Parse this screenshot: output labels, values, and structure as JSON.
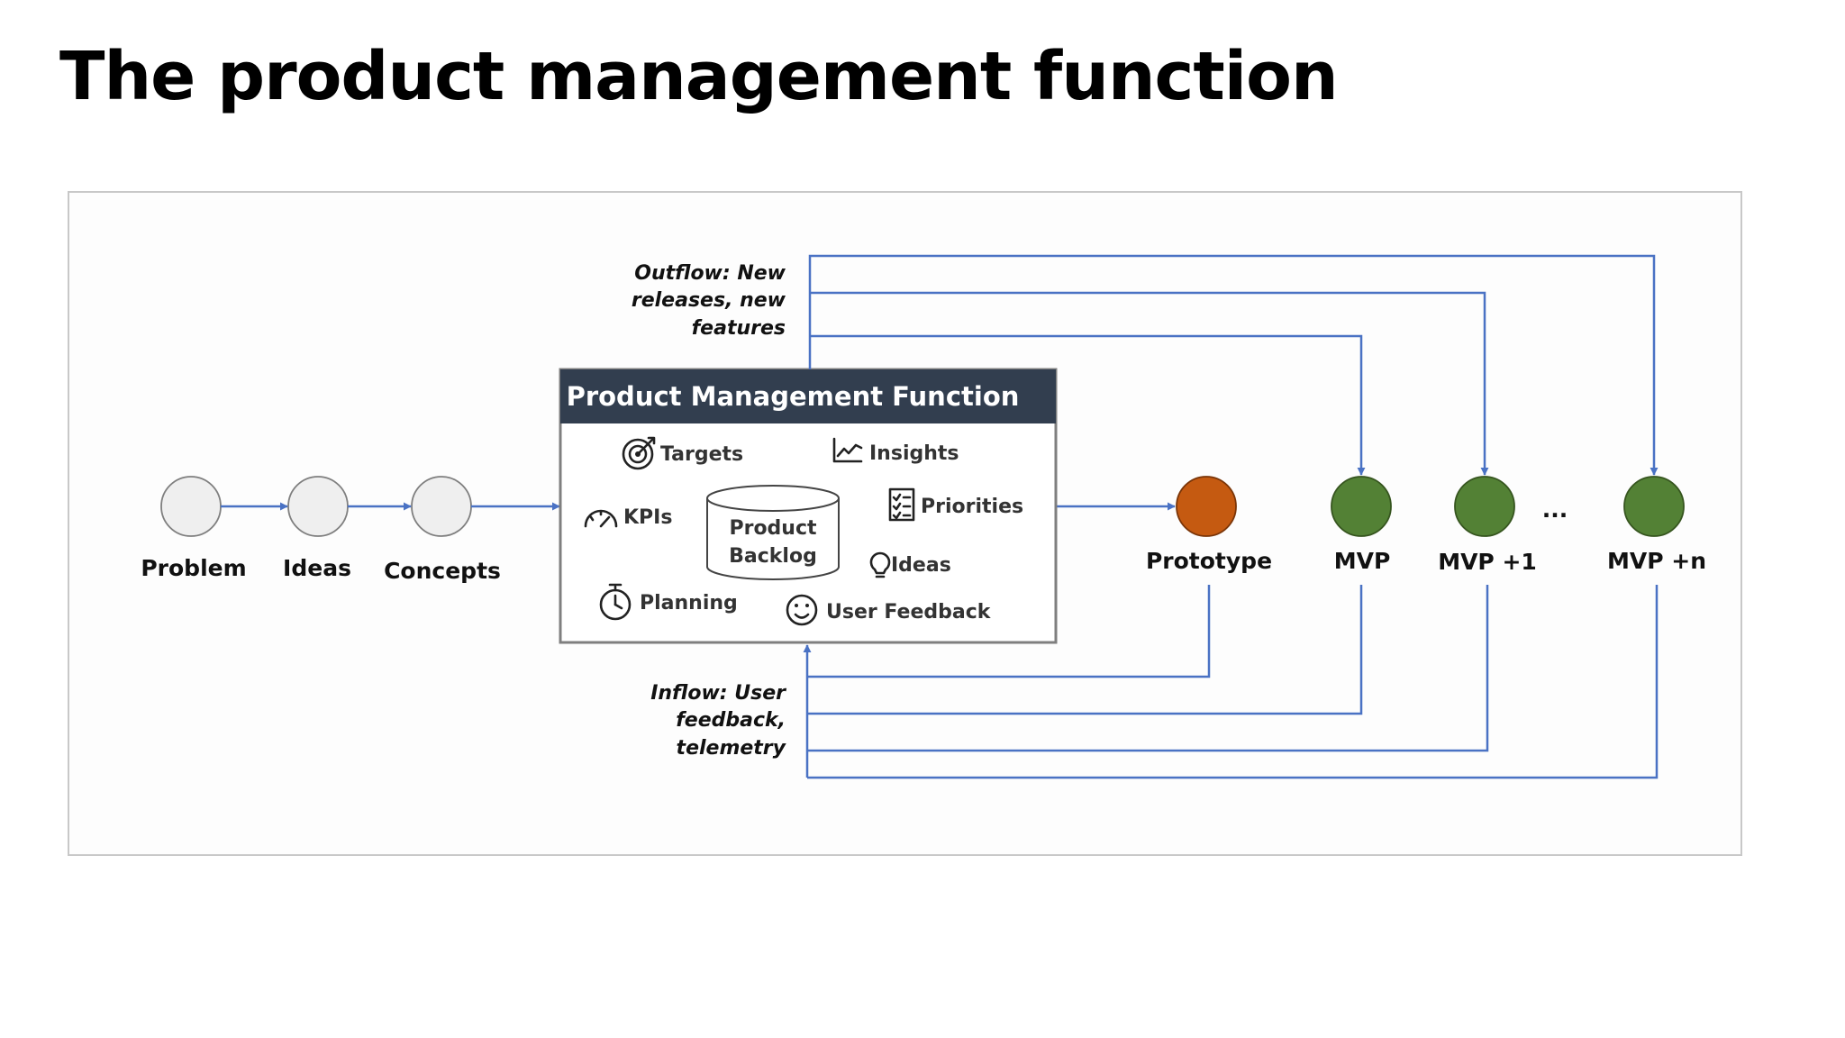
{
  "slide": {
    "title": "The product management function"
  },
  "colors": {
    "flow_line": "#4a72c4",
    "header_bg": "#323e4f",
    "stage_circle": "#efefef",
    "prototype_circle": "#c55a11",
    "mvp_circle": "#538135"
  },
  "stages": {
    "problem": "Problem",
    "ideas": "Ideas",
    "concepts": "Concepts",
    "prototype": "Prototype",
    "mvp": "MVP",
    "mvp1": "MVP +1",
    "ellipsis": "...",
    "mvpn": "MVP +n"
  },
  "pm": {
    "header": "Product Management Function",
    "targets": "Targets",
    "insights": "Insights",
    "kpis": "KPIs",
    "priorities": "Priorities",
    "ideas": "Ideas",
    "planning": "Planning",
    "user_feedback": "User Feedback",
    "backlog_line1": "Product",
    "backlog_line2": "Backlog",
    "icons": [
      "target-icon",
      "line-chart-icon",
      "gauge-icon",
      "checklist-icon",
      "lightbulb-icon",
      "stopwatch-icon",
      "smiley-icon",
      "database-icon"
    ]
  },
  "notes": {
    "outflow": [
      "Outflow: New",
      "releases, new",
      "features"
    ],
    "inflow": [
      "Inflow: User",
      "feedback,",
      "telemetry"
    ]
  }
}
